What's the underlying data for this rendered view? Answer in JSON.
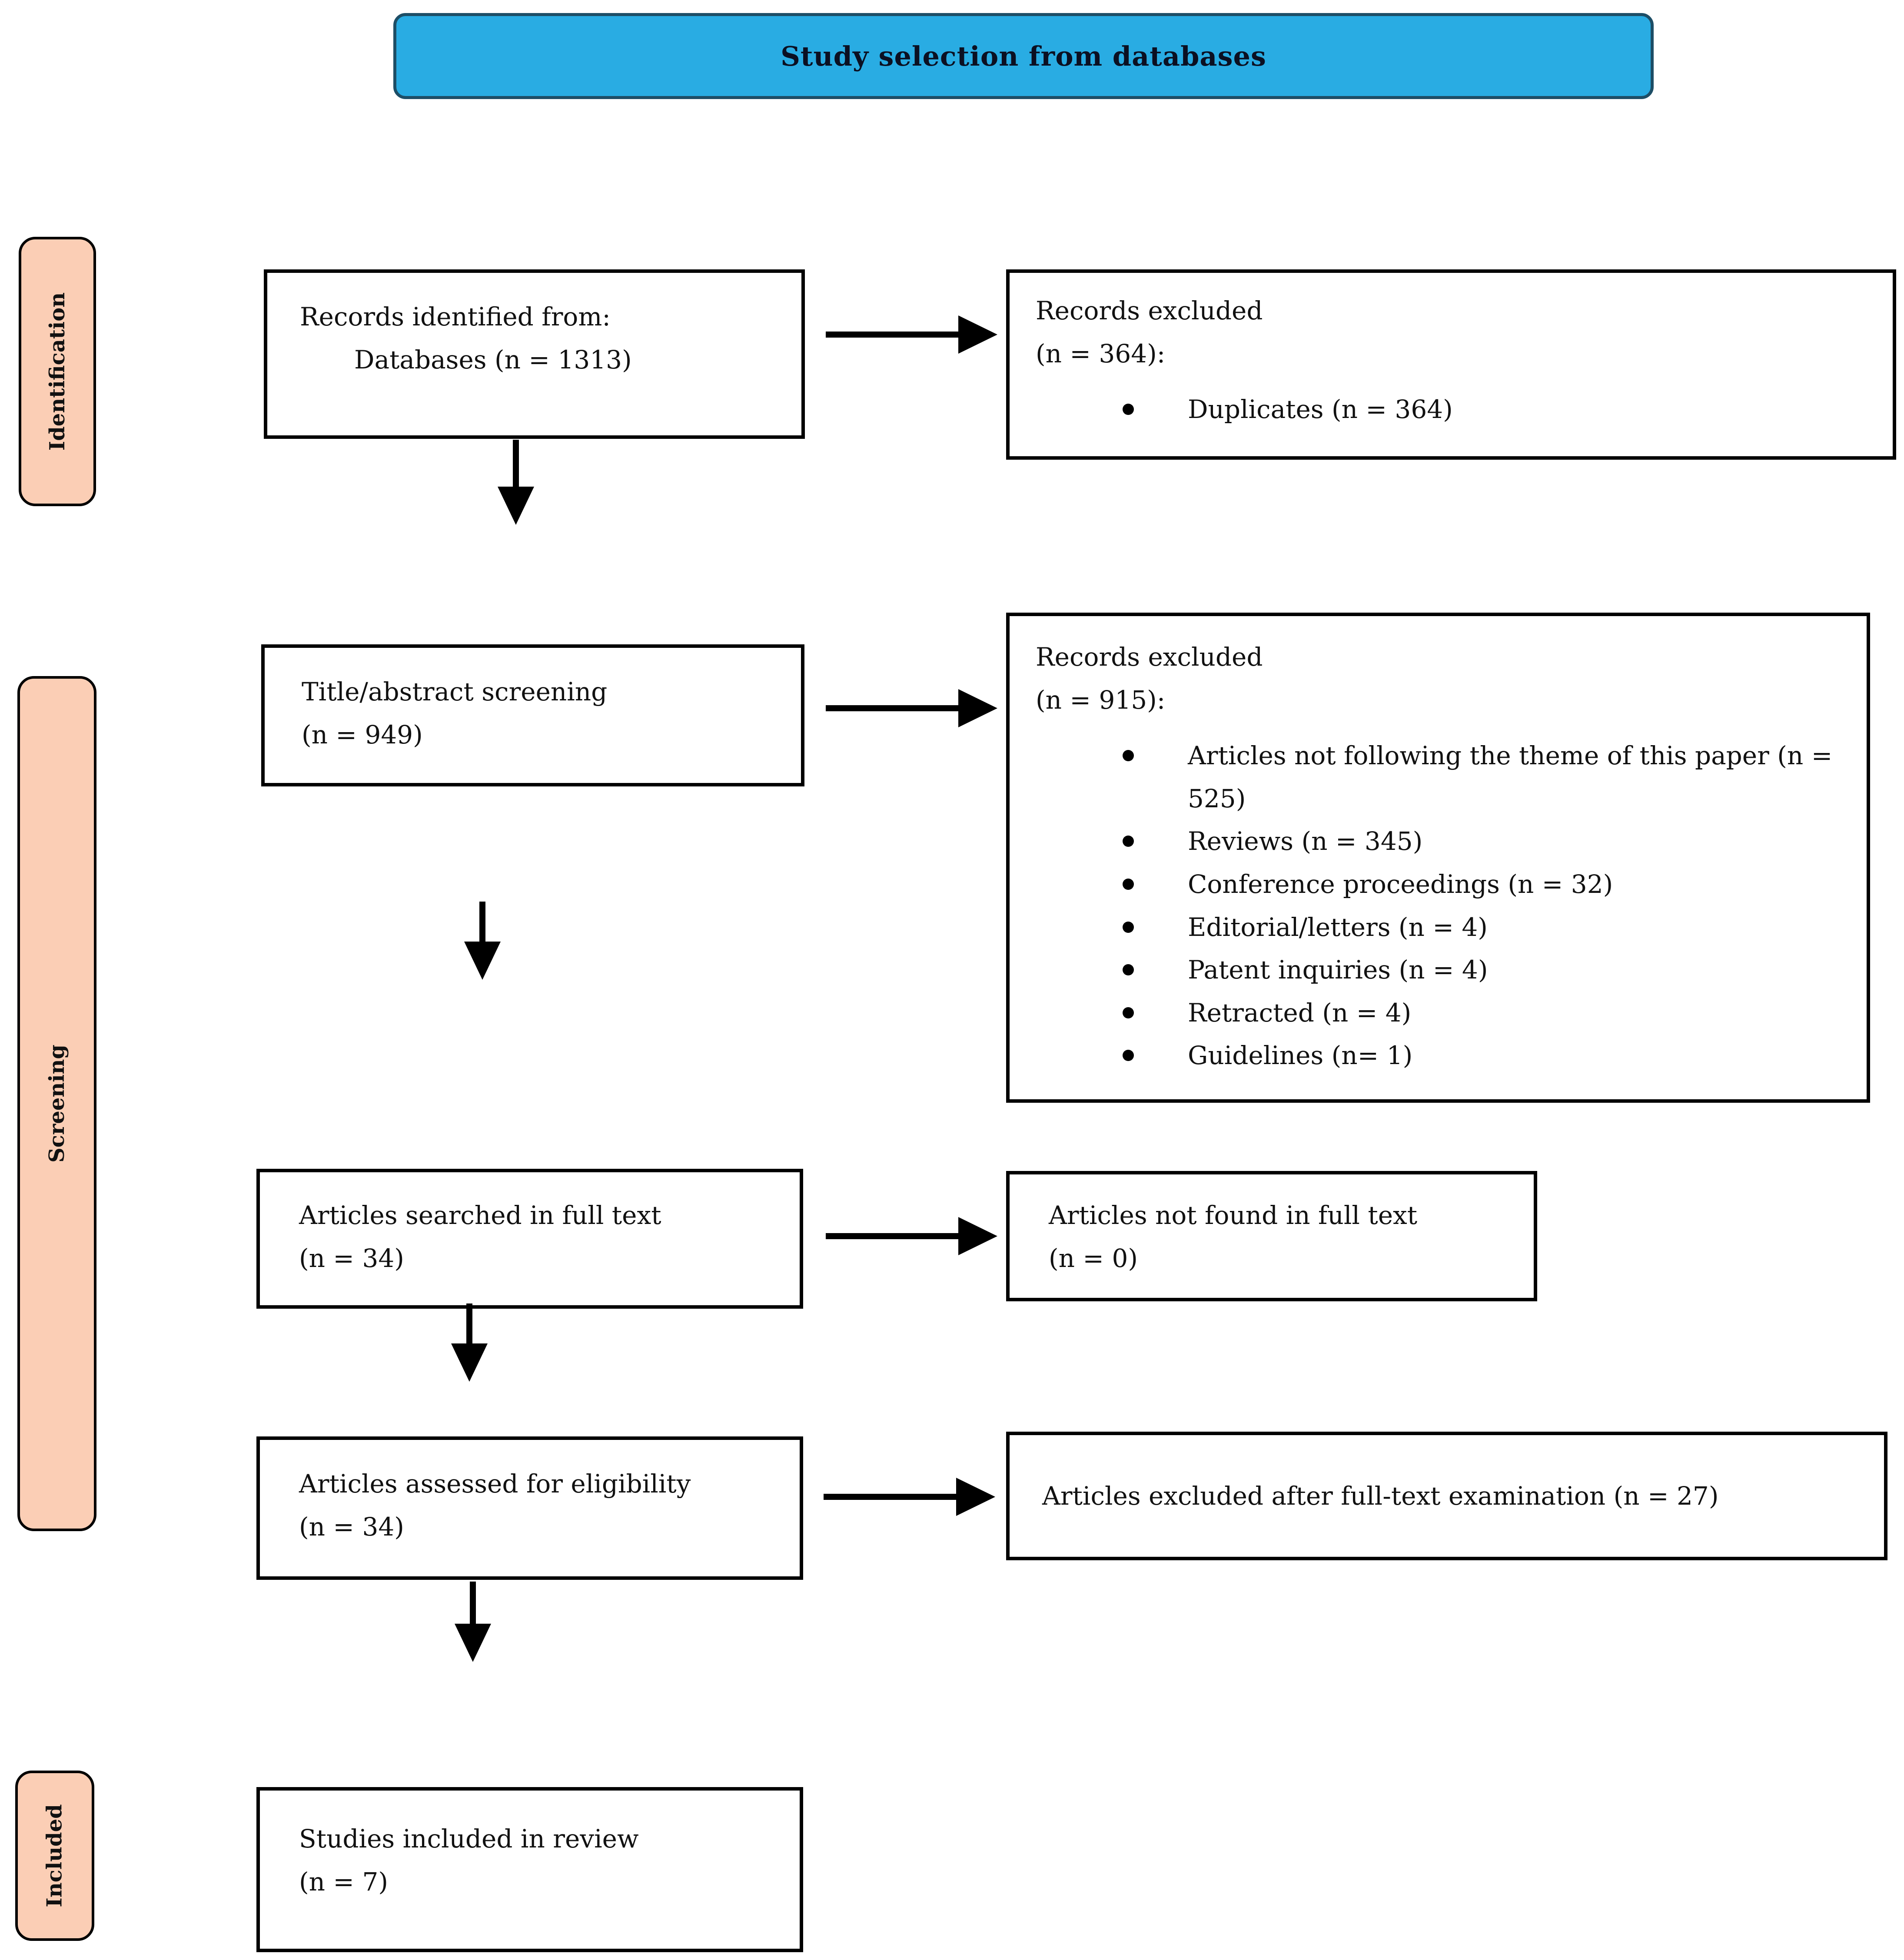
{
  "title": {
    "label": "Study selection from databases"
  },
  "colors": {
    "banner_fill": "#29ACE3",
    "banner_border": "#1D4E66",
    "stage_fill": "#FBCEB5",
    "box_border": "#000000",
    "text": "#111111"
  },
  "sidebar": {
    "stages": [
      {
        "id": "identification",
        "label": "Identification"
      },
      {
        "id": "screening",
        "label": "Screening"
      },
      {
        "id": "included",
        "label": "Included"
      }
    ]
  },
  "flow": {
    "left_boxes": [
      {
        "id": "records-identified",
        "lines": [
          "Records identified from:",
          "Databases (n = 1313)"
        ]
      },
      {
        "id": "title-abstract-screening",
        "lines": [
          "Title/abstract screening",
          "(n = 949)"
        ]
      },
      {
        "id": "articles-searched-full-text",
        "lines": [
          "Articles searched in full text",
          "(n = 34)"
        ]
      },
      {
        "id": "articles-assessed-eligibility",
        "lines": [
          "Articles assessed for eligibility",
          "(n = 34)"
        ]
      },
      {
        "id": "studies-included-review",
        "lines": [
          "Studies included in review",
          "(n = 7)"
        ]
      }
    ],
    "right_boxes": [
      {
        "id": "records-excluded-duplicates",
        "heading": [
          "Records excluded",
          "(n = 364):"
        ],
        "bullets": [
          "Duplicates (n = 364)"
        ]
      },
      {
        "id": "records-excluded-screening",
        "heading": [
          "Records excluded",
          "(n = 915):"
        ],
        "bullets": [
          "Articles not following the theme of this paper (n = 525)",
          "Reviews (n = 345)",
          "Conference proceedings (n = 32)",
          "Editorial/letters (n = 4)",
          "Patent inquiries (n = 4)",
          "Retracted (n = 4)",
          "Guidelines (n= 1)"
        ]
      },
      {
        "id": "articles-not-found",
        "lines": [
          "Articles not found in full text",
          "(n = 0)"
        ]
      },
      {
        "id": "articles-excluded-fulltext",
        "lines": [
          "Articles excluded after full-text examination (n = 27)"
        ]
      }
    ]
  }
}
